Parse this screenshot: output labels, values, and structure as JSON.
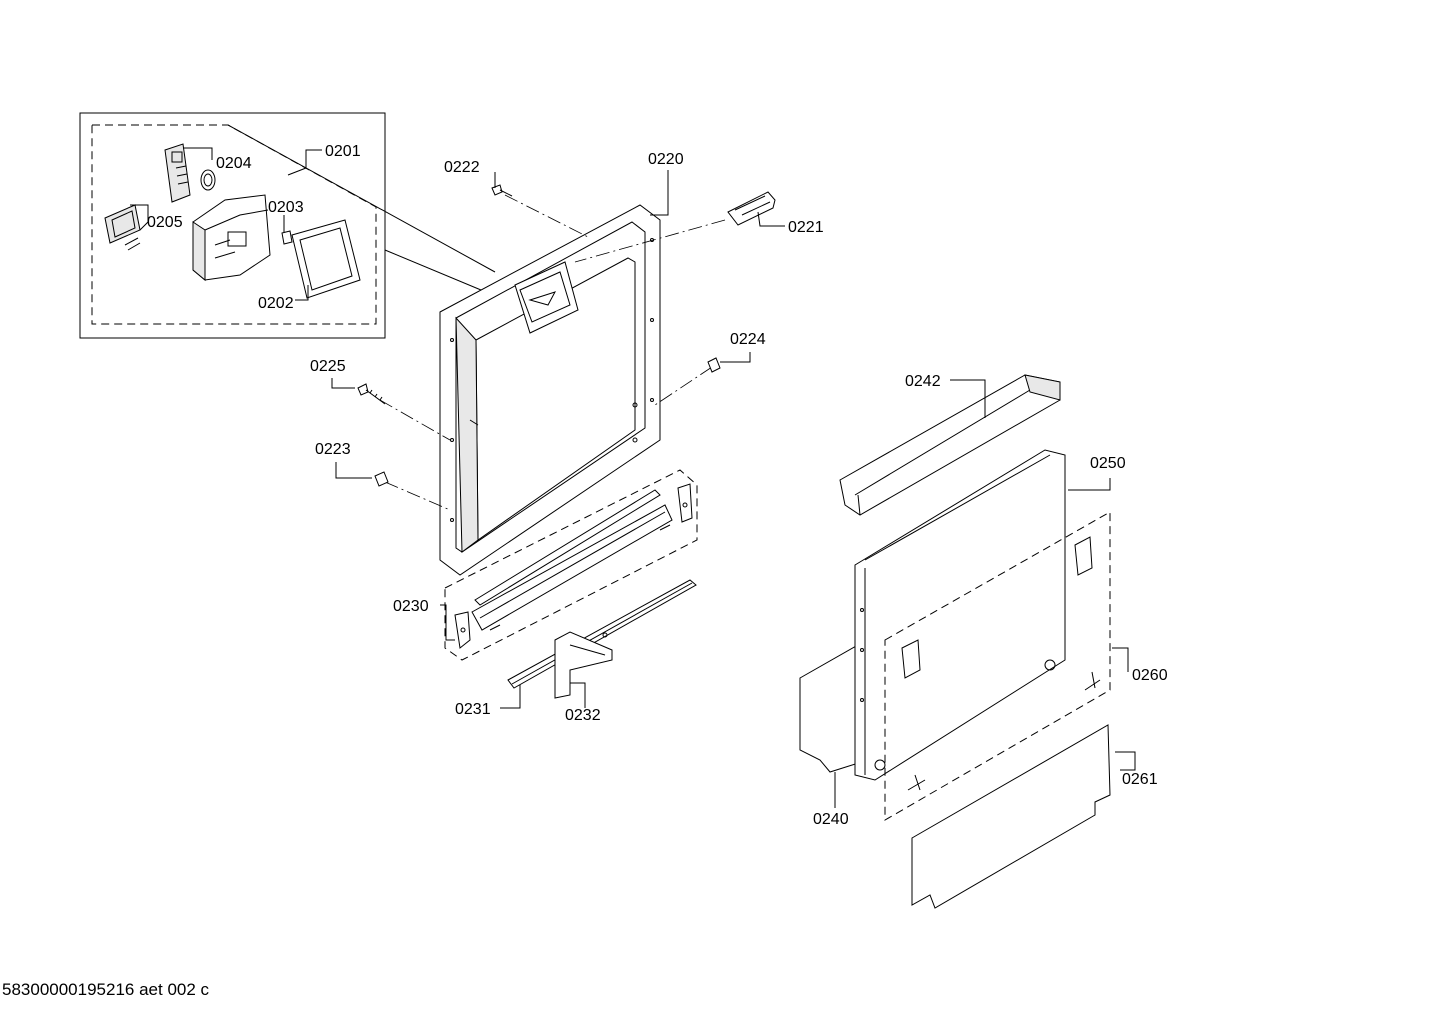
{
  "labels": {
    "l0201": "0201",
    "l0202": "0202",
    "l0203": "0203",
    "l0204": "0204",
    "l0205": "0205",
    "l0220": "0220",
    "l0221": "0221",
    "l0222": "0222",
    "l0223": "0223",
    "l0224": "0224",
    "l0225": "0225",
    "l0230": "0230",
    "l0231": "0231",
    "l0232": "0232",
    "l0240": "0240",
    "l0242": "0242",
    "l0250": "0250",
    "l0260": "0260",
    "l0261": "0261"
  },
  "footer": {
    "code": "58300000195216 aet 002 c"
  }
}
